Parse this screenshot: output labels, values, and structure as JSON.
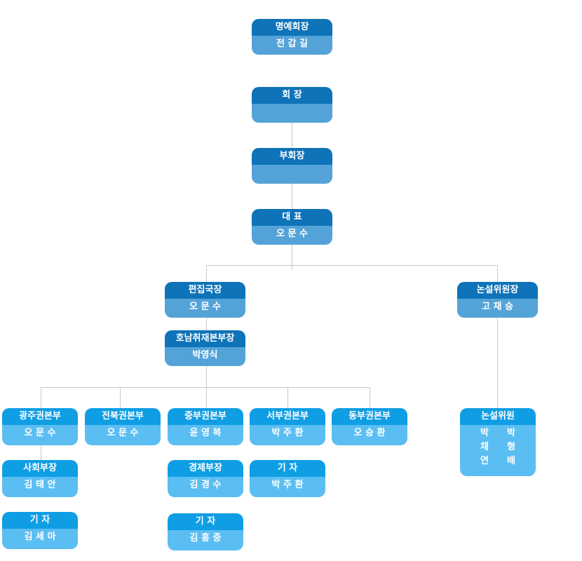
{
  "org_chart": {
    "honorary_chair": {
      "title": "명예회장",
      "names": [
        "전 갑 길"
      ]
    },
    "chairman": {
      "title": "회 장",
      "names": []
    },
    "vice_chairman": {
      "title": "부회장",
      "names": []
    },
    "ceo": {
      "title": "대 표",
      "names": [
        "오 문 수"
      ]
    },
    "chief_editor": {
      "title": "편집국장",
      "names": [
        "오 문 수"
      ]
    },
    "editorial_chair": {
      "title": "논설위원장",
      "names": [
        "고 재 승"
      ]
    },
    "honam_bureau": {
      "title": "호남취재본부장",
      "names": [
        "박영식"
      ]
    },
    "gwangju_hq": {
      "title": "광주권본부",
      "names": [
        "오 문 수"
      ]
    },
    "jeonbuk_hq": {
      "title": "전북권본부",
      "names": [
        "오 문 수"
      ]
    },
    "central_hq": {
      "title": "중부권본부",
      "names": [
        "윤 영 복"
      ]
    },
    "western_hq": {
      "title": "서부권본부",
      "names": [
        "박 주 환"
      ]
    },
    "eastern_hq": {
      "title": "동부권본부",
      "names": [
        "오 승 환"
      ]
    },
    "editorial_writers": {
      "title": "논설위원",
      "names": [
        "박　　박",
        "채　　형",
        "연　　배"
      ]
    },
    "social_director": {
      "title": "사회부장",
      "names": [
        "김 태 안"
      ]
    },
    "economy_director": {
      "title": "경제부장",
      "names": [
        "김 경 수"
      ]
    },
    "reporter_west": {
      "title": "기 자",
      "names": [
        "박 주 환"
      ]
    },
    "reporter_gwangju": {
      "title": "기 자",
      "names": [
        "김 세 아"
      ]
    },
    "reporter_central": {
      "title": "기 자",
      "names": [
        "김 홍 중"
      ]
    }
  }
}
